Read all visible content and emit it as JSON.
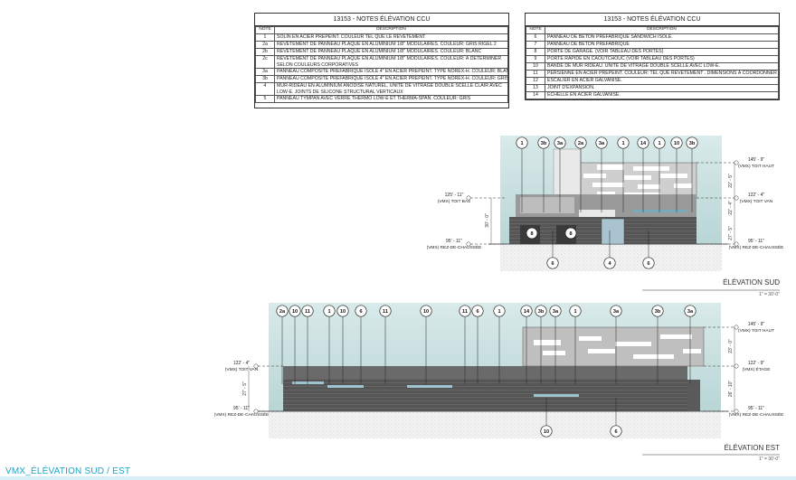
{
  "table_left": {
    "title": "13153 - NOTES ÉLÉVATION CCU",
    "col_note": "NOTE",
    "col_desc": "DESCRIPTION",
    "rows": [
      {
        "n": "1",
        "d": "SOLIN EN ACIER PRÉPEINT. COULEUR TEL QUE LE REVÊTEMENT"
      },
      {
        "n": "2a",
        "d": "REVÊTEMENT DE PANNEAU PLAQUE EN ALUMINIUM 1/8\" MODULAIRES. COULEUR: GRIS RIGEL 2"
      },
      {
        "n": "2b",
        "d": "REVÊTEMENT DE PANNEAU PLAQUE EN ALUMINIUM 1/8\" MODULAIRES. COULEUR: BLANC"
      },
      {
        "n": "2c",
        "d": "REVÊTEMENT DE PANNEAU PLAQUE EN ALUMINIUM 1/8\" MODULAIRES. COULEUR: À DÉTERMINER SELON COULEURS CORPORATIVES"
      },
      {
        "n": "3a",
        "d": "PANNEAU COMPOSITE PRÉFABRIQUÉ ISOLÉ 4\" EN ACIER PRÉPEINT. TYPE NOREX-H. COULEUR: BLANC"
      },
      {
        "n": "3b",
        "d": "PANNEAU COMPOSITE PRÉFABRIQUÉ ISOLÉ 4\" EN ACIER PRÉPEINT. TYPE NOREX-H. COULEUR: GRIS RIGEL 2"
      },
      {
        "n": "4",
        "d": "MUR-RIDEAU EN ALUMINIUM ANODISÉ NATUREL. UNITÉ DE VITRAGE DOUBLE SCELLÉ CLAIR AVEC LOW-E. JOINTS DE SILICONE STRUCTURAL VERTICAUX"
      },
      {
        "n": "5",
        "d": "PANNEAU TYMPAN AVEC VERRE THERMO LOW-E ET THERMA-SPAN. COULEUR: GRIS"
      }
    ]
  },
  "table_right": {
    "title": "13153 - NOTES ÉLÉVATION CCU",
    "col_note": "NOTE",
    "col_desc": "DESCRIPTION",
    "rows": [
      {
        "n": "6",
        "d": "PANNEAU DE BÉTON PRÉFABRIQUÉ SANDWICH ISOLÉ."
      },
      {
        "n": "7",
        "d": "PANNEAU DE BÉTON PRÉFABRIQUÉ"
      },
      {
        "n": "8",
        "d": "PORTE DE GARAGE. (VOIR TABLEAU DES PORTES)"
      },
      {
        "n": "9",
        "d": "PORTE RAPIDE EN CAOUTCHOUC (VOIR TABLEAU DES PORTES)"
      },
      {
        "n": "10",
        "d": "BANDE DE MUR RIDEAU. UNITÉ DE VITRAGE DOUBLE SCELLÉ AVEC LOW-E."
      },
      {
        "n": "11",
        "d": "PERSIENNE EN ACIER PRÉPEINT. COULEUR: TEL QUE REVÊTEMENT . DIMENSIONS À COORDONNER"
      },
      {
        "n": "12",
        "d": "ESCALIER EN ACIER GALVANISÉ."
      },
      {
        "n": "13",
        "d": "JOINT D'EXPANSION."
      },
      {
        "n": "14",
        "d": "ÉCHELLE EN ACIER GALVANISÉ."
      }
    ]
  },
  "sud": {
    "title": "ÉLÉVATION SUD",
    "scale": "1\" = 30'-0\"",
    "top_tags": [
      "1",
      "3b",
      "3a",
      "2a",
      "3a",
      "1",
      "14",
      "1",
      "10",
      "3b"
    ],
    "bottom_tags": [
      "6",
      "4",
      "6"
    ],
    "inner_tags": [
      "8",
      "8"
    ],
    "levels_right": [
      {
        "elev": "145' - 9\"",
        "name": "(VMX) TOIT HAUT"
      },
      {
        "elev": "122' - 4\"",
        "name": "(VMX) TOIT VAN"
      },
      {
        "elev": "95' - 11\"",
        "name": "(VMX) REZ-DE-CHAUSSÉE"
      }
    ],
    "levels_left": [
      {
        "elev": "125' - 11\"",
        "name": "(VMX) TOIT BAS"
      },
      {
        "elev": "95' - 11\"",
        "name": "(VMX) REZ-DE-CHAUSSÉE"
      }
    ],
    "dims_right": [
      "22' - 5\"",
      "22' - 4\"",
      "27' - 5\""
    ],
    "dims_left": [
      "30' - 0\""
    ]
  },
  "est": {
    "title": "ÉLÉVATION EST",
    "scale": "1\" = 30'-0\"",
    "top_tags": [
      "2a",
      "10",
      "11",
      "1",
      "10",
      "6",
      "11",
      "10",
      "11",
      "6",
      "1",
      "14",
      "3b",
      "3a",
      "1",
      "3a",
      "3b",
      "3a"
    ],
    "bottom_tags": [
      "10",
      "6"
    ],
    "levels_right": [
      {
        "elev": "145' - 9\"",
        "name": "(VMX) TOIT HAUT"
      },
      {
        "elev": "122' - 9\"",
        "name": "(VMX) ÉTAGE"
      },
      {
        "elev": "95' - 11\"",
        "name": "(VMX) REZ-DE-CHAUSSÉE"
      }
    ],
    "levels_left": [
      {
        "elev": "122' - 4\"",
        "name": "(VMX) TOIT VAN"
      },
      {
        "elev": "95' - 11\"",
        "name": "(VMX) REZ-DE-CHAUSSÉE"
      }
    ],
    "dims_right": [
      "23' - 0\"",
      "26' - 10\""
    ],
    "dims_left": [
      "27' - 5\""
    ]
  },
  "sheet_title": "VMX_ÉLÉVATION SUD / EST",
  "colors": {
    "accent": "#1aa6c8",
    "sky": "#cfe4e4",
    "dark": "#4a4a4a",
    "mid": "#8a8a8a",
    "light": "#d6d6d6"
  }
}
